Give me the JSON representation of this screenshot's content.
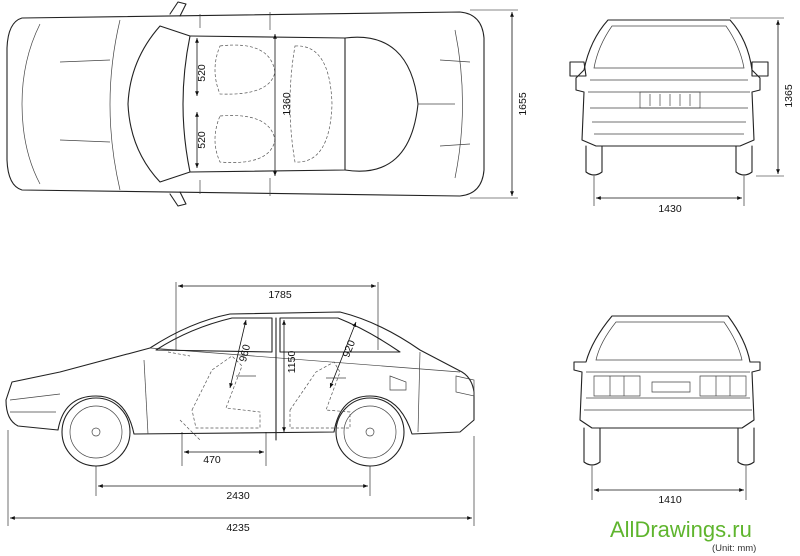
{
  "dimensions": {
    "top_seat_front": "520",
    "top_seat_rear": "520",
    "top_interior_width": "1360",
    "top_overall_width": "1655",
    "front_height": "1365",
    "front_track": "1430",
    "side_cabin_length": "1785",
    "side_front_headroom": "960",
    "side_interior_height": "1150",
    "side_rear_headroom": "920",
    "side_seat_depth": "470",
    "side_wheelbase": "2430",
    "side_overall_length": "4235",
    "rear_track": "1410"
  },
  "watermark": "AllDrawings.ru",
  "unit_note": "(Unit: mm)"
}
